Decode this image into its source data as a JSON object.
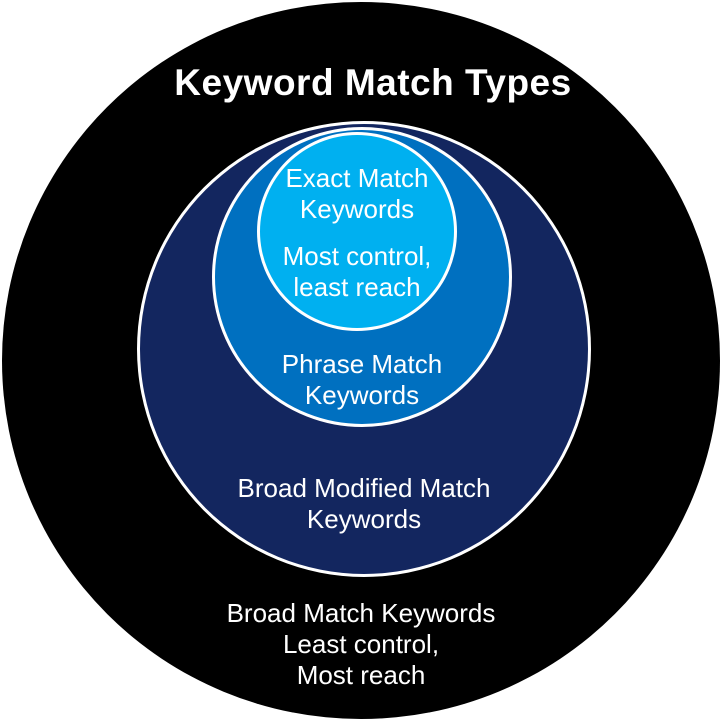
{
  "title": "Keyword Match Types",
  "colors": {
    "background": "#ffffff",
    "outer_ring": "#000000",
    "broad_modified_ring": "#13265f",
    "phrase_ring": "#0070c0",
    "exact_ring": "#00b0f0",
    "ring_border": "#ffffff",
    "text": "#ffffff"
  },
  "rings": [
    {
      "id": "broad-match",
      "color": "#000000",
      "label_lines": [
        "Broad Match Keywords",
        "Least control,",
        "Most reach"
      ]
    },
    {
      "id": "broad-modified-match",
      "color": "#13265f",
      "label_lines": [
        "Broad Modified Match",
        "Keywords"
      ]
    },
    {
      "id": "phrase-match",
      "color": "#0070c0",
      "label_lines": [
        "Phrase Match",
        "Keywords"
      ]
    },
    {
      "id": "exact-match",
      "color": "#00b0f0",
      "label_lines": [
        "Exact Match",
        "Keywords"
      ],
      "note_lines": [
        "Most control,",
        "least reach"
      ]
    }
  ]
}
